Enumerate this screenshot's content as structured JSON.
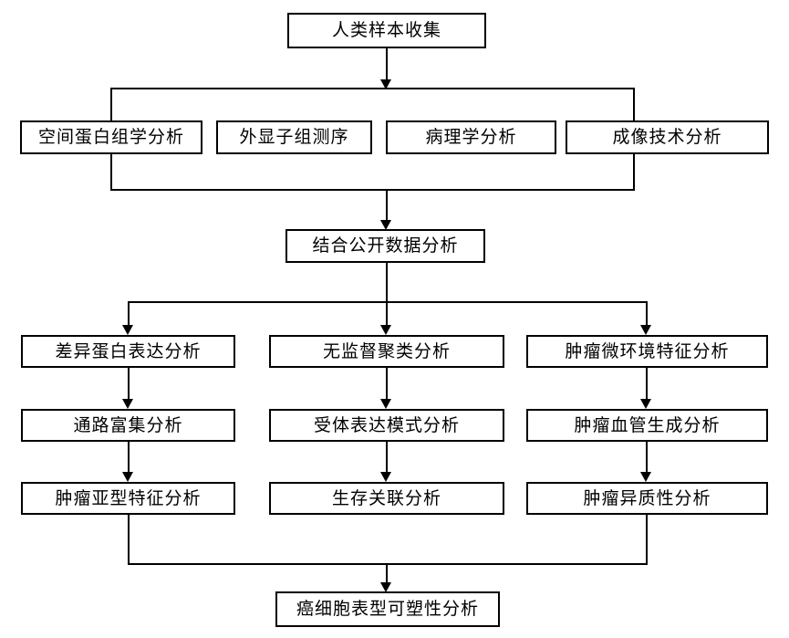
{
  "diagram": {
    "type": "flowchart",
    "colors": {
      "background": "#ffffff",
      "box_fill": "#ffffff",
      "box_border": "#000000",
      "line": "#000000",
      "text": "#000000"
    },
    "nodes": {
      "top": "人类样本收集",
      "methods": [
        "空间蛋白组学分析",
        "外显子组测序",
        "病理学分析",
        "成像技术分析"
      ],
      "combine": "结合公开数据分析",
      "col1": [
        "差异蛋白表达分析",
        "通路富集分析",
        "肿瘤亚型特征分析"
      ],
      "col2": [
        "无监督聚类分析",
        "受体表达模式分析",
        "生存关联分析"
      ],
      "col3": [
        "肿瘤微环境特征分析",
        "肿瘤血管生成分析",
        "肿瘤异质性分析"
      ],
      "final": "癌细胞表型可塑性分析"
    }
  }
}
